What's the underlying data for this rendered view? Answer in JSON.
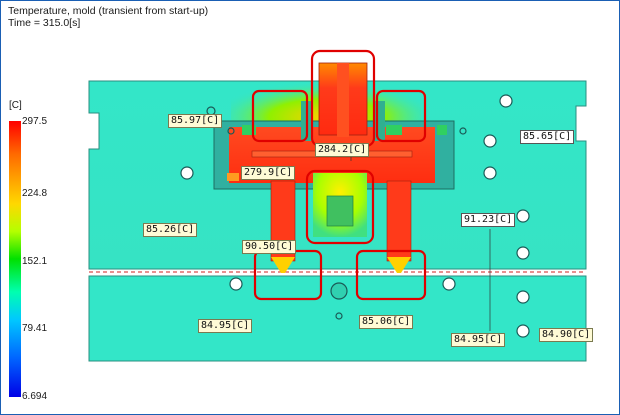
{
  "header": {
    "line1": "Temperature, mold (transient from start-up)",
    "line2": "Time = 315.0[s]"
  },
  "legend": {
    "unit": "[C]",
    "ticks": [
      "297.5",
      "224.8",
      "152.1",
      "79.41",
      "6.694"
    ],
    "colors": {
      "max": "#ff0000",
      "mid": "#00e000",
      "min": "#0000e6"
    }
  },
  "probes": {
    "p1": "85.97[C]",
    "p2": "85.65[C]",
    "p3": "284.2[C]",
    "p4": "279.9[C]",
    "p5": "85.26[C]",
    "p6": "91.23[C]",
    "p7": "90.50[C]",
    "p8": "84.95[C]",
    "p9": "85.06[C]",
    "p10": "84.95[C]",
    "p11": "84.90[C]"
  },
  "colors": {
    "mold_body": "#33e6c8",
    "hot_runner": "#ff3a1a",
    "highlight_box": "#e00000"
  }
}
